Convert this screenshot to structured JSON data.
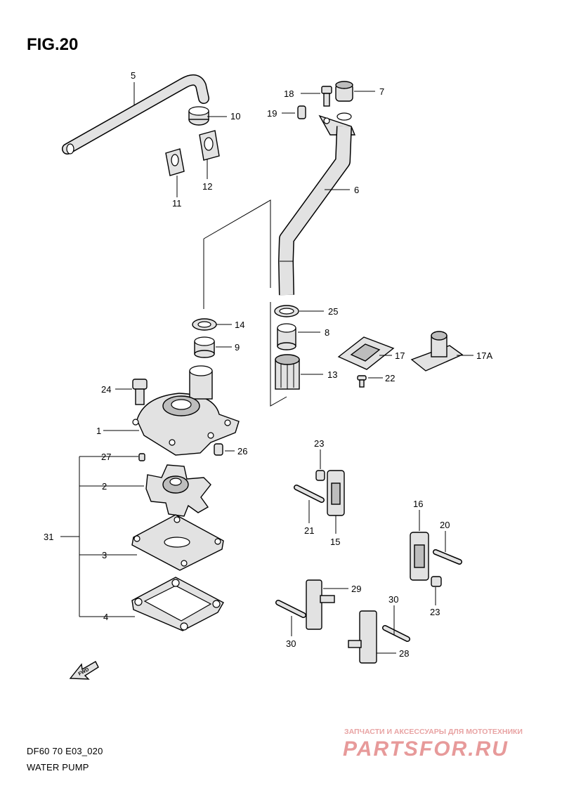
{
  "figure": {
    "title": "FIG.20"
  },
  "captions": {
    "code": "DF60 70 E03_020",
    "name": "WATER PUMP"
  },
  "watermark": {
    "tagline": "ЗАПЧАСТИ И АКСЕССУАРЫ ДЛЯ МОТОТЕХНИКИ",
    "brand": "PARTSFOR.RU"
  },
  "arrow": {
    "label": "FWD"
  },
  "callouts": {
    "c1": "1",
    "c2": "2",
    "c3": "3",
    "c4": "4",
    "c5": "5",
    "c6": "6",
    "c7": "7",
    "c8": "8",
    "c9": "9",
    "c10": "10",
    "c11": "11",
    "c12": "12",
    "c13": "13",
    "c14": "14",
    "c15": "15",
    "c16": "16",
    "c17": "17",
    "c17a": "17A",
    "c18": "18",
    "c19": "19",
    "c20": "20",
    "c21": "21",
    "c22": "22",
    "c23a": "23",
    "c23b": "23",
    "c24": "24",
    "c25": "25",
    "c26": "26",
    "c27": "27",
    "c28": "28",
    "c29": "29",
    "c30a": "30",
    "c30b": "30",
    "c31": "31"
  },
  "colors": {
    "part_fill": "#e2e2e2",
    "part_shade": "#bdbdbd",
    "outline": "#000000",
    "watermark": "#e79a9a"
  }
}
